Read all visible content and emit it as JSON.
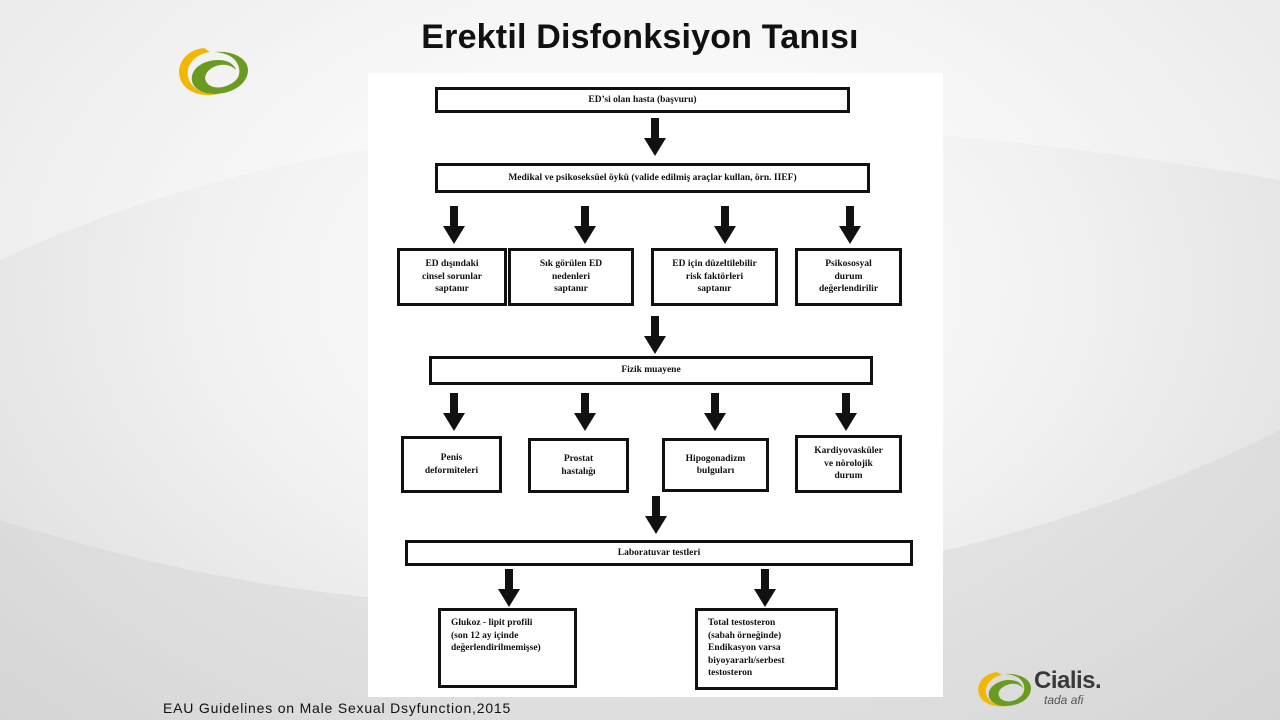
{
  "slide": {
    "title": "Erektil Disfonksiyon Tanısı",
    "citation": "EAU Guidelines on Male Sexual Dsyfunction,2015"
  },
  "brand": {
    "name": "Cialis.",
    "tagline": "tada afi",
    "logo_colors": {
      "green": "#6a9a1f",
      "yellow": "#f2b705"
    }
  },
  "flowchart": {
    "start": "ED’si olan hasta (başvuru)",
    "history": "Medikal ve psikoseksüel öykü (valide edilmiş araçlar kullan, örn. IIEF)",
    "history_outcomes": [
      "ED dışındaki\ncinsel sorunlar\nsaptanır",
      "Sık görülen ED\nnedenleri\nsaptanır",
      "ED için düzeltilebilir\nrisk faktörleri\nsaptanır",
      "Psikososyal\ndurum\ndeğerlendirilir"
    ],
    "physical_exam": "Fizik muayene",
    "exam_findings": [
      "Penis\ndeformiteleri",
      "Prostat\nhastalığı",
      "Hipogonadizm\nbulguları",
      "Kardiyovasküler\nve nörolojik\ndurum"
    ],
    "lab_tests": "Laboratuvar testleri",
    "lab_items": [
      "Glukoz - lipit profili\n(son 12 ay içinde\ndeğerlendirilmemişse)",
      "Total testosteron\n(sabah örneğinde)\nEndikasyon varsa\nbiyoyararlı/serbest\ntestosteron"
    ]
  }
}
